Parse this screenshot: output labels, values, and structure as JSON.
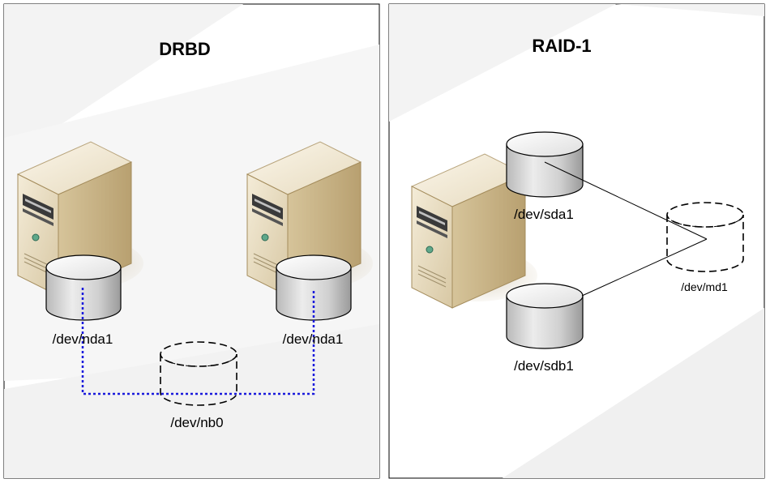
{
  "panels": {
    "drbd": {
      "title": "DRBD",
      "left_disk_label": "/dev/nda1",
      "right_disk_label": "/dev/nda1",
      "virtual_disk_label": "/dev/nb0"
    },
    "raid": {
      "title": "RAID-1",
      "disk_a_label": "/dev/sda1",
      "disk_b_label": "/dev/sdb1",
      "virtual_disk_label": "/dev/md1"
    }
  },
  "colors": {
    "drbd_link": "#1a1adc",
    "server_front": "#e8dcc0",
    "server_side": "#c8b48c",
    "disk_body": "#dcdcdc"
  },
  "icons": [
    "server-icon",
    "disk-icon",
    "virtual-disk-icon"
  ]
}
